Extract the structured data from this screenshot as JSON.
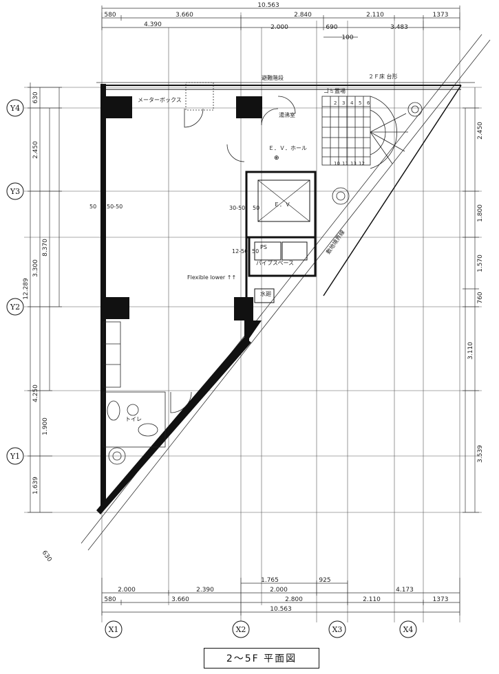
{
  "title": "2～5F 平面図",
  "grid_x": [
    "X1",
    "X2",
    "X3",
    "X4"
  ],
  "grid_y": [
    "Y4",
    "Y3",
    "Y2",
    "Y1"
  ],
  "dims_top_1": [
    "10.563"
  ],
  "dims_top_2": [
    "580",
    "3.660",
    "2.840",
    "2.110",
    "1373"
  ],
  "dims_top_3": [
    "4.390",
    "2.000",
    "690",
    "3.483"
  ],
  "dims_top_4": [
    "100"
  ],
  "dims_bottom_1": [
    "1.765",
    "925"
  ],
  "dims_bottom_2": [
    "2.000",
    "2.390",
    "2.000",
    "4.173"
  ],
  "dims_bottom_3": [
    "580",
    "3.660",
    "2.800",
    "2.110",
    "1373"
  ],
  "dims_bottom_4": [
    "10.563"
  ],
  "dims_left": [
    "630",
    "2.450",
    "12.289",
    "8.370",
    "3.300",
    "4.250",
    "1.900",
    "1.639"
  ],
  "dims_right": [
    "2.450",
    "1.800",
    "1.570",
    "760",
    "3.110",
    "3.539"
  ],
  "dims_bottom_left": [
    "630"
  ],
  "room_labels": {
    "ev_hall": "Ｅ．Ｖ．ホール",
    "ev": "Ｅ．Ｖ",
    "pipe_space": "パイプスペース",
    "wall_dims_1": "30-50",
    "wall_dims_2": "50",
    "wall_dims_3": "12-50",
    "wall_dims_4": "50",
    "col_left_1": "50",
    "col_left_2": "50-50",
    "note": "Flexible lower ↑↑",
    "meter_box": "メーターボックス",
    "elec_room": "湯沸室",
    "boundary": "敷地境界線",
    "parking_note": "２Ｆ床 台形",
    "stairs_top": "避難階段",
    "mark_a": "ゴミ置場",
    "mark_b": "PS",
    "mark_c": "水廻",
    "toilet": "トイレ"
  }
}
